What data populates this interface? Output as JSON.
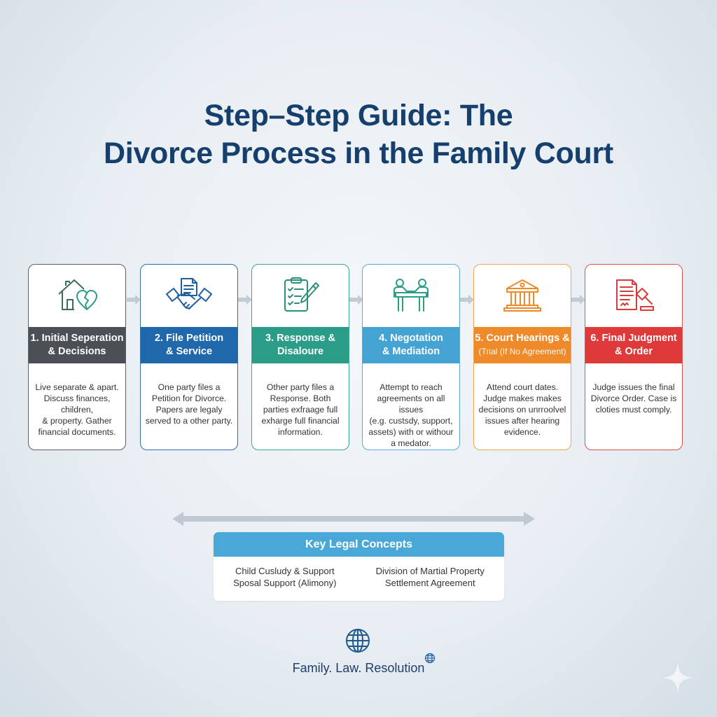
{
  "title": {
    "line1": "Step–Step Guide: The",
    "line2": "Divorce Process in the Family Court",
    "color": "#173f6e"
  },
  "steps": [
    {
      "number": 1,
      "heading_line1": "1. Initial Seperation",
      "heading_line2": "& Decisions",
      "description_lines": [
        "Live separate & apart.",
        "Discuss finances, children,",
        "& property. Gather",
        "financial documents."
      ],
      "icon": "house-broken-heart-icon",
      "band_color": "#4a5056",
      "border_color": "#5b6168",
      "icon_color": "#3d7b6f"
    },
    {
      "number": 2,
      "heading_line1": "2. File Petition",
      "heading_line2": "& Service",
      "description_lines": [
        "One party files a",
        "Petition for Divorce.",
        "Papers are legaly",
        "served to a other party."
      ],
      "icon": "handshake-document-icon",
      "band_color": "#1f68ab",
      "border_color": "#2f6ea6",
      "icon_color": "#1f68ab"
    },
    {
      "number": 3,
      "heading_line1": "3. Response &",
      "heading_line2": "Disaloure",
      "description_lines": [
        "Other party files a",
        "Response. Both",
        "parties exfraage full",
        "exharge full financial",
        "information."
      ],
      "icon": "clipboard-pen-icon",
      "band_color": "#2b9c87",
      "border_color": "#3aa690",
      "icon_color": "#2b9c87"
    },
    {
      "number": 4,
      "heading_line1": "4. Negotation",
      "heading_line2": "& Mediation",
      "description_lines": [
        "Attempt to reach",
        "agreements on all issues",
        "(e.g. custsdy, support,",
        "assets) with or withour",
        "a medator."
      ],
      "icon": "mediation-table-icon",
      "band_color": "#45a3d3",
      "border_color": "#55acd8",
      "icon_color": "#2b9c87"
    },
    {
      "number": 5,
      "heading_line1": "5. Court Hearings &",
      "heading_line2": "(Trial (If No Agreement)",
      "description_lines": [
        "Attend court dates.",
        "Judge makes makes",
        "decisions on unrroolvel",
        "issues after hearing",
        "evidence."
      ],
      "icon": "courthouse-icon",
      "band_color": "#ee8a2a",
      "border_color": "#f0a550",
      "icon_color": "#ee8a2a"
    },
    {
      "number": 6,
      "heading_line1": "6. Final Judgment",
      "heading_line2": "& Order",
      "description_lines": [
        "Judge issues the final",
        "Divorce Order. Case is",
        "cloties must comply."
      ],
      "icon": "document-gavel-icon",
      "band_color": "#de3a3a",
      "border_color": "#d9534f",
      "icon_color": "#d93b3b"
    }
  ],
  "connector_icon": "arrow-right-icon",
  "concepts": {
    "heading": "Key Legal Concepts",
    "header_color": "#4aa8d8",
    "left": [
      "Child Cusludy & Support",
      "Sposal Support (Alimony)"
    ],
    "right": [
      "Division of Martial Property",
      "Settlement Agreement"
    ]
  },
  "footer": {
    "brand": "Family. Law. Resolution",
    "logo_icon": "globe-icon"
  }
}
